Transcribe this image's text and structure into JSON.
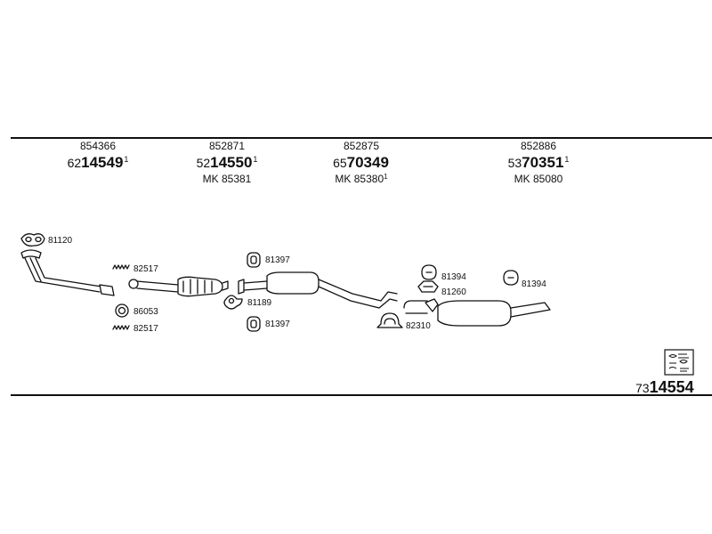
{
  "headers": [
    {
      "ref": "854366",
      "pn_prefix": "62",
      "pn_main": "14549",
      "pn_sup": "1",
      "mk_prefix": "",
      "mk_code": "",
      "mk_sup": ""
    },
    {
      "ref": "852871",
      "pn_prefix": "52",
      "pn_main": "14550",
      "pn_sup": "1",
      "mk_prefix": "MK",
      "mk_code": "85381",
      "mk_sup": ""
    },
    {
      "ref": "852875",
      "pn_prefix": "65",
      "pn_main": "70349",
      "pn_sup": "",
      "mk_prefix": "MK",
      "mk_code": "85380",
      "mk_sup": "1"
    },
    {
      "ref": "852886",
      "pn_prefix": "53",
      "pn_main": "70351",
      "pn_sup": "1",
      "mk_prefix": "MK",
      "mk_code": "85080",
      "mk_sup": ""
    }
  ],
  "part_labels": {
    "gasket_front": "81120",
    "clamp_upper": "82517",
    "ring_gasket": "86053",
    "clamp_lower": "82517",
    "mount_upper": "81397",
    "gasket_mid": "81189",
    "mount_lower": "81397",
    "rear_mount_a": "81394",
    "rear_bracket": "81260",
    "rear_mount_b": "81394",
    "rear_clamp": "82310"
  },
  "footer": {
    "set_prefix": "73",
    "set_main": "14554",
    "icon": "catalog-book-icon"
  }
}
